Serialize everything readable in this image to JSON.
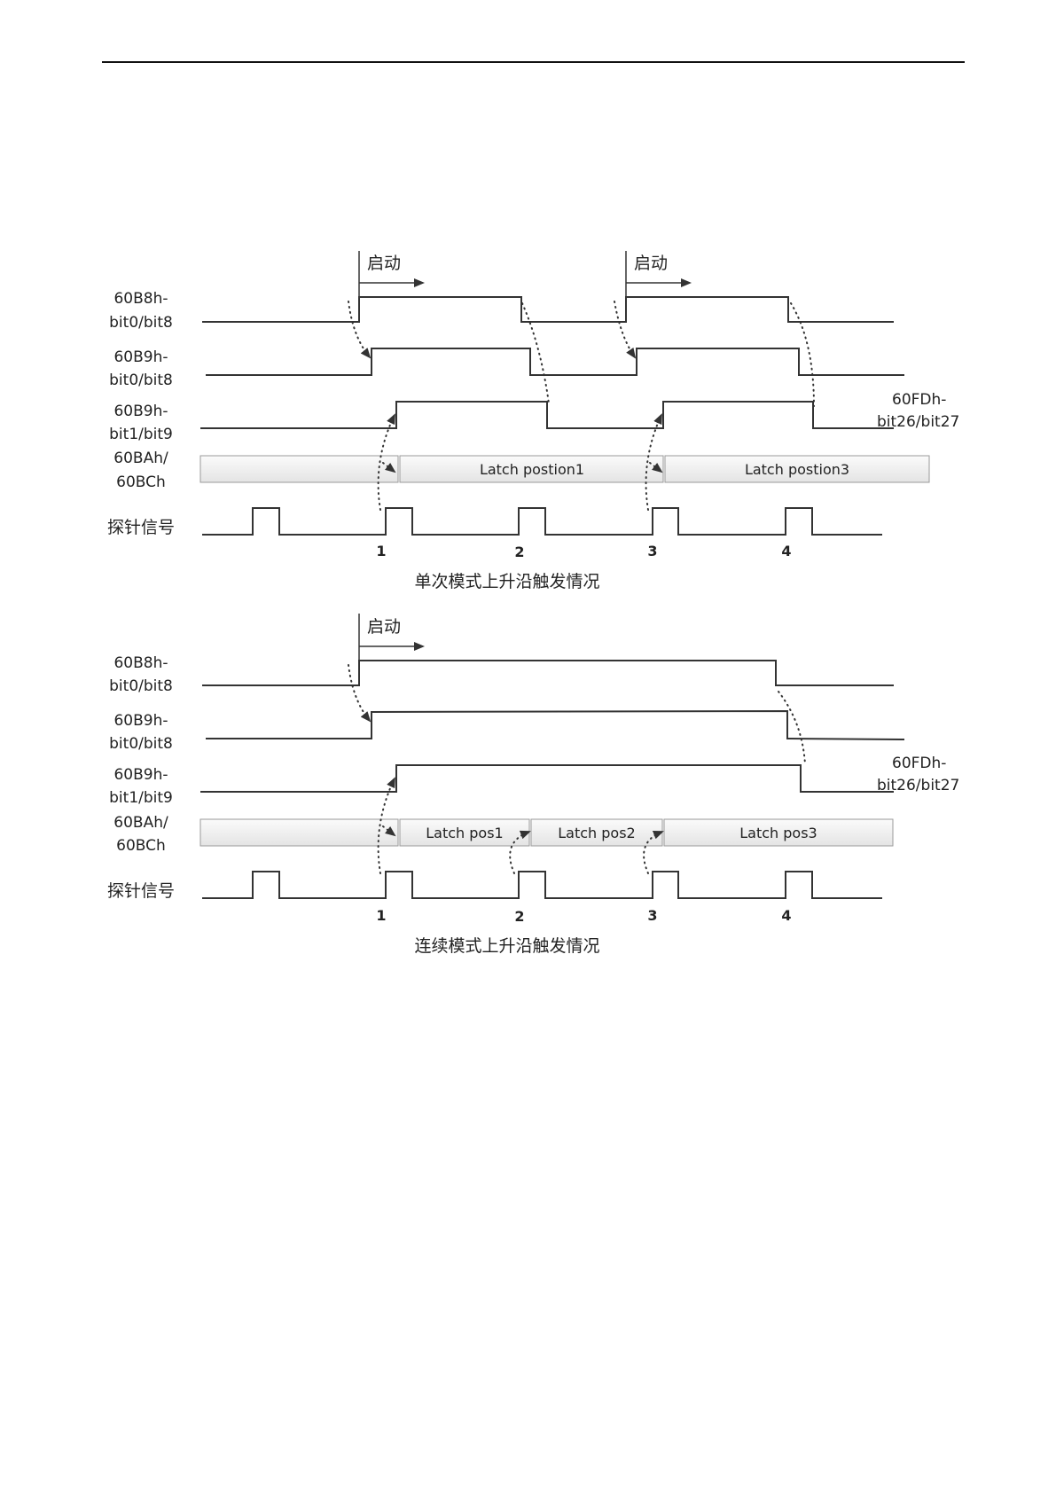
{
  "header_rule": true,
  "diagrams": [
    {
      "mode": "single",
      "caption": "单次模式上升沿触发情况",
      "start_label": "启动",
      "signals": [
        {
          "label_line1": "60B8h-",
          "label_line2": "bit0/bit8"
        },
        {
          "label_line1": "60B9h-",
          "label_line2": "bit0/bit8"
        },
        {
          "label_line1": "60B9h-",
          "label_line2": "bit1/bit9"
        },
        {
          "label_line1": "60BAh/",
          "label_line2": "60BCh"
        }
      ],
      "probe_label": "探针信号",
      "side_label_line1": "60FDh-",
      "side_label_line2": "bit26/bit27",
      "latch_labels": [
        "Latch postion1",
        "Latch postion3"
      ],
      "pulse_numbers": [
        "1",
        "2",
        "3",
        "4"
      ]
    },
    {
      "mode": "continuous",
      "caption": "连续模式上升沿触发情况",
      "start_label": "启动",
      "signals": [
        {
          "label_line1": "60B8h-",
          "label_line2": "bit0/bit8"
        },
        {
          "label_line1": "60B9h-",
          "label_line2": "bit0/bit8"
        },
        {
          "label_line1": "60B9h-",
          "label_line2": "bit1/bit9"
        },
        {
          "label_line1": "60BAh/",
          "label_line2": "60BCh"
        }
      ],
      "probe_label": "探针信号",
      "side_label_line1": "60FDh-",
      "side_label_line2": "bit26/bit27",
      "latch_labels": [
        "Latch pos1",
        "Latch pos2",
        "Latch pos3"
      ],
      "pulse_numbers": [
        "1",
        "2",
        "3",
        "4"
      ]
    }
  ]
}
